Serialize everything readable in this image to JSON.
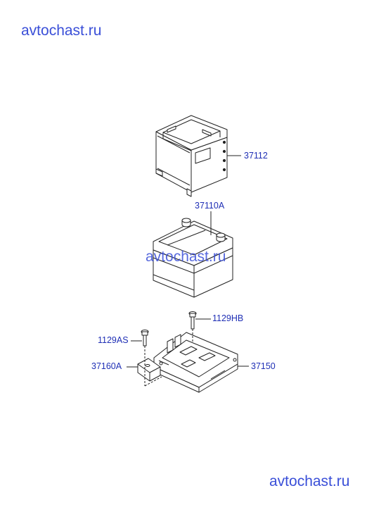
{
  "watermark": {
    "top": "avtochast.ru",
    "middle": "avtochast.ru",
    "bottom": "avtochast.ru"
  },
  "parts": {
    "p37112": "37112",
    "p37110A": "37110A",
    "p1129HB": "1129HB",
    "p1129AS": "1129AS",
    "p37160A": "37160A",
    "p37150": "37150"
  },
  "colors": {
    "line": "#222222",
    "label": "#1f2fb5",
    "watermark": "#3a4fd8"
  }
}
